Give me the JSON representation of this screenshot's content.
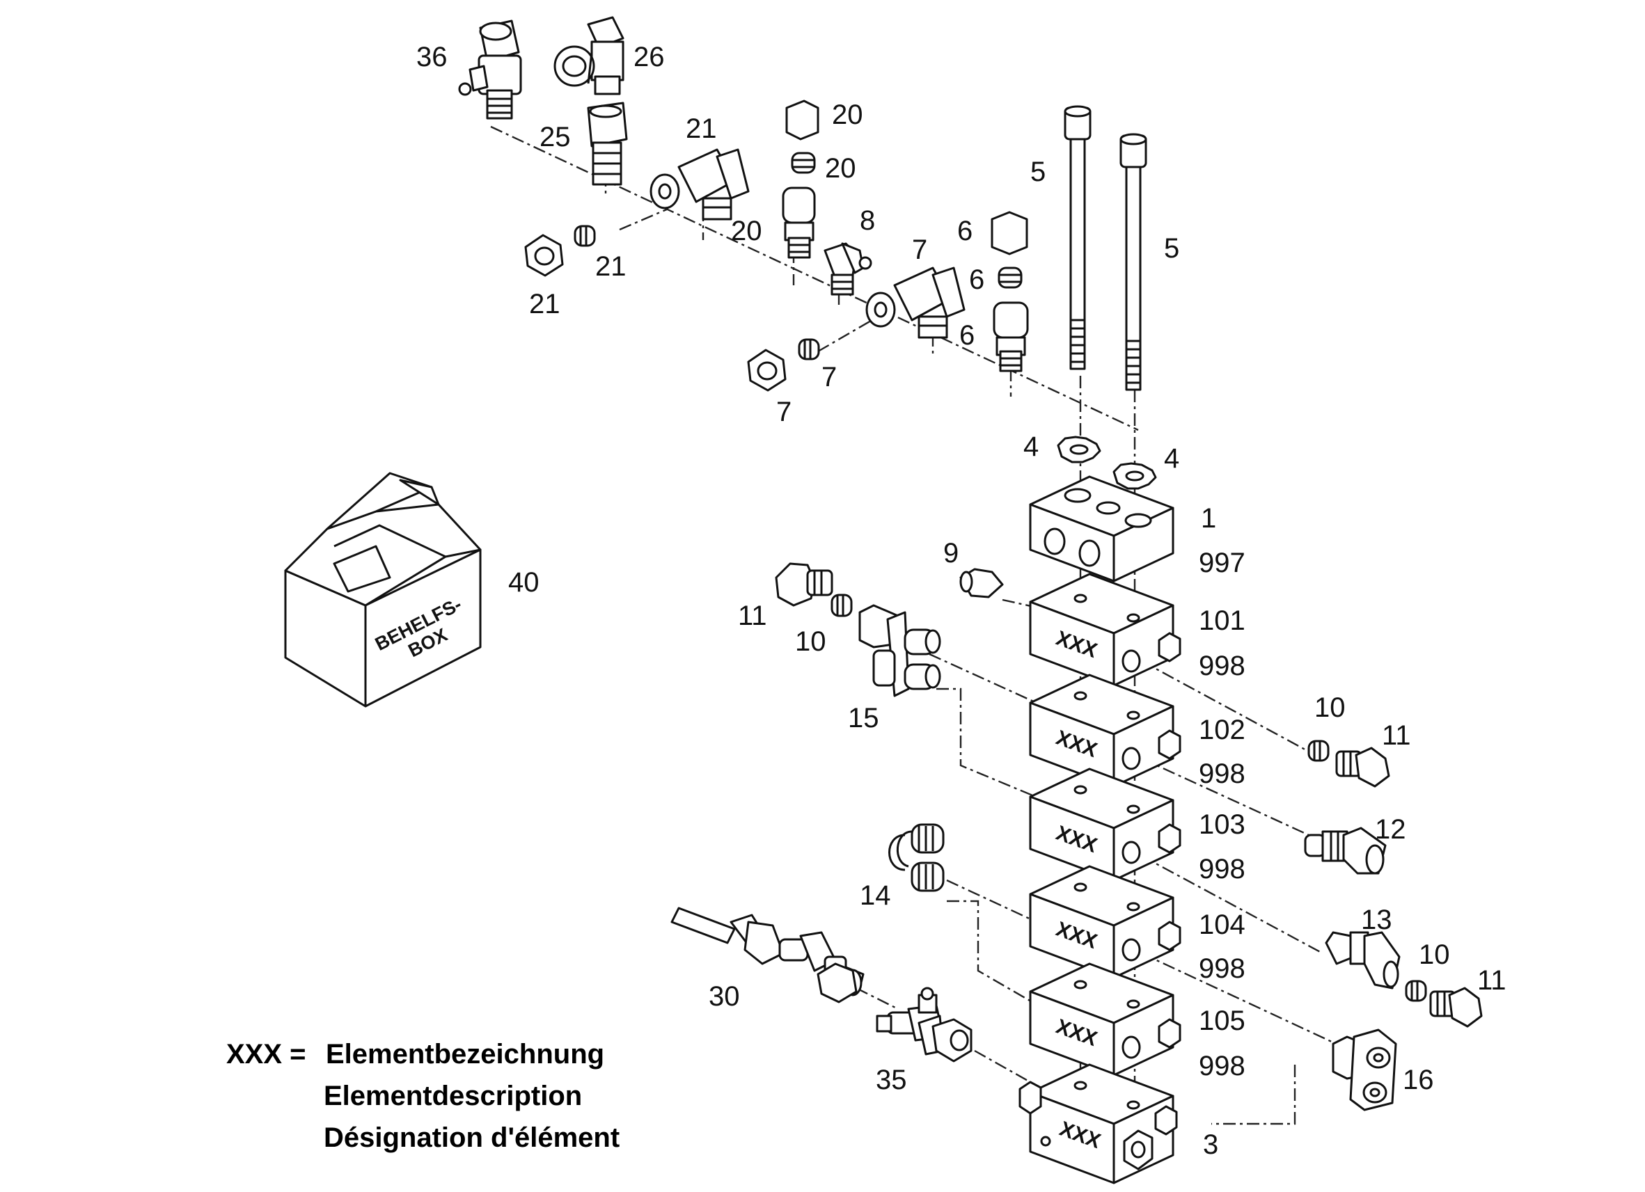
{
  "callouts": [
    {
      "id": "36",
      "label": "36"
    },
    {
      "id": "26",
      "label": "26"
    },
    {
      "id": "25",
      "label": "25"
    },
    {
      "id": "21a",
      "label": "21"
    },
    {
      "id": "21b",
      "label": "21"
    },
    {
      "id": "21c",
      "label": "21"
    },
    {
      "id": "20a",
      "label": "20"
    },
    {
      "id": "20b",
      "label": "20"
    },
    {
      "id": "20c",
      "label": "20"
    },
    {
      "id": "8",
      "label": "8"
    },
    {
      "id": "7a",
      "label": "7"
    },
    {
      "id": "7b",
      "label": "7"
    },
    {
      "id": "7c",
      "label": "7"
    },
    {
      "id": "6a",
      "label": "6"
    },
    {
      "id": "6b",
      "label": "6"
    },
    {
      "id": "6c",
      "label": "6"
    },
    {
      "id": "5a",
      "label": "5"
    },
    {
      "id": "5b",
      "label": "5"
    },
    {
      "id": "4a",
      "label": "4"
    },
    {
      "id": "4b",
      "label": "4"
    },
    {
      "id": "1",
      "label": "1"
    },
    {
      "id": "997",
      "label": "997"
    },
    {
      "id": "40",
      "label": "40"
    },
    {
      "id": "9",
      "label": "9"
    },
    {
      "id": "11a",
      "label": "11"
    },
    {
      "id": "10a",
      "label": "10"
    },
    {
      "id": "101",
      "label": "101"
    },
    {
      "id": "998a",
      "label": "998"
    },
    {
      "id": "15",
      "label": "15"
    },
    {
      "id": "102",
      "label": "102"
    },
    {
      "id": "998b",
      "label": "998"
    },
    {
      "id": "10b",
      "label": "10"
    },
    {
      "id": "11b",
      "label": "11"
    },
    {
      "id": "103",
      "label": "103"
    },
    {
      "id": "998c",
      "label": "998"
    },
    {
      "id": "12",
      "label": "12"
    },
    {
      "id": "14",
      "label": "14"
    },
    {
      "id": "104",
      "label": "104"
    },
    {
      "id": "998d",
      "label": "998"
    },
    {
      "id": "13",
      "label": "13"
    },
    {
      "id": "10c",
      "label": "10"
    },
    {
      "id": "11c",
      "label": "11"
    },
    {
      "id": "30",
      "label": "30"
    },
    {
      "id": "105",
      "label": "105"
    },
    {
      "id": "998e",
      "label": "998"
    },
    {
      "id": "16",
      "label": "16"
    },
    {
      "id": "35",
      "label": "35"
    },
    {
      "id": "3",
      "label": "3"
    }
  ],
  "block_marking": "XXX",
  "box_label": {
    "line1": "BEHELFS-",
    "line2": "BOX"
  },
  "legend": {
    "key": "XXX =",
    "lines": [
      "Elementbezeichnung",
      "Elementdescription",
      "Désignation d'élément"
    ]
  }
}
